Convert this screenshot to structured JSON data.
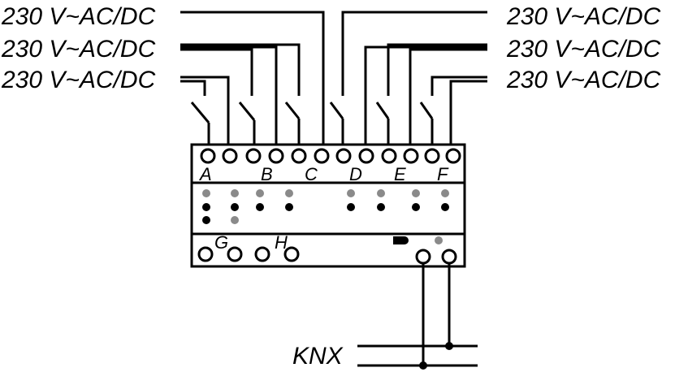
{
  "supply_labels_left": [
    "230 V~AC/DC",
    "230 V~AC/DC",
    "230 V~AC/DC"
  ],
  "supply_labels_right": [
    "230 V~AC/DC",
    "230 V~AC/DC",
    "230 V~AC/DC"
  ],
  "channel_labels": [
    "A",
    "B",
    "C",
    "D",
    "E",
    "F"
  ],
  "bottom_terminal_labels": [
    "G",
    "H"
  ],
  "bus_label": "KNX",
  "led_colors": {
    "active": "#000000",
    "inactive": "#8a8a8a"
  }
}
